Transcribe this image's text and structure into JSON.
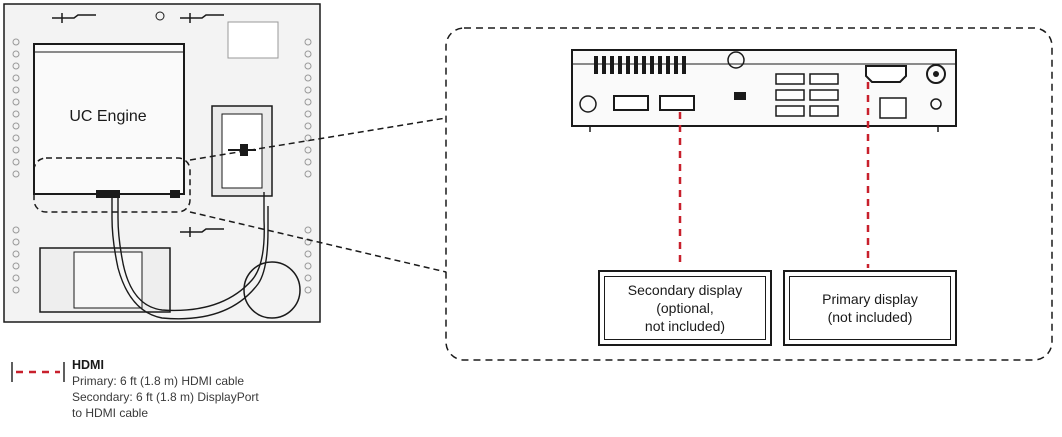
{
  "engine": {
    "label": "UC Engine"
  },
  "displays": {
    "secondary": [
      "Secondary display",
      "(optional,",
      "not included)"
    ],
    "primary": [
      "Primary display",
      "(not included)"
    ]
  },
  "legend": {
    "title": "HDMI",
    "lines": [
      "Primary: 6 ft (1.8 m) HDMI cable",
      "Secondary: 6 ft (1.8 m) DisplayPort",
      "to HDMI cable"
    ]
  },
  "colors": {
    "cable": "#c8202c",
    "line": "#1a1a1a",
    "panel": "#f3f3f3"
  }
}
